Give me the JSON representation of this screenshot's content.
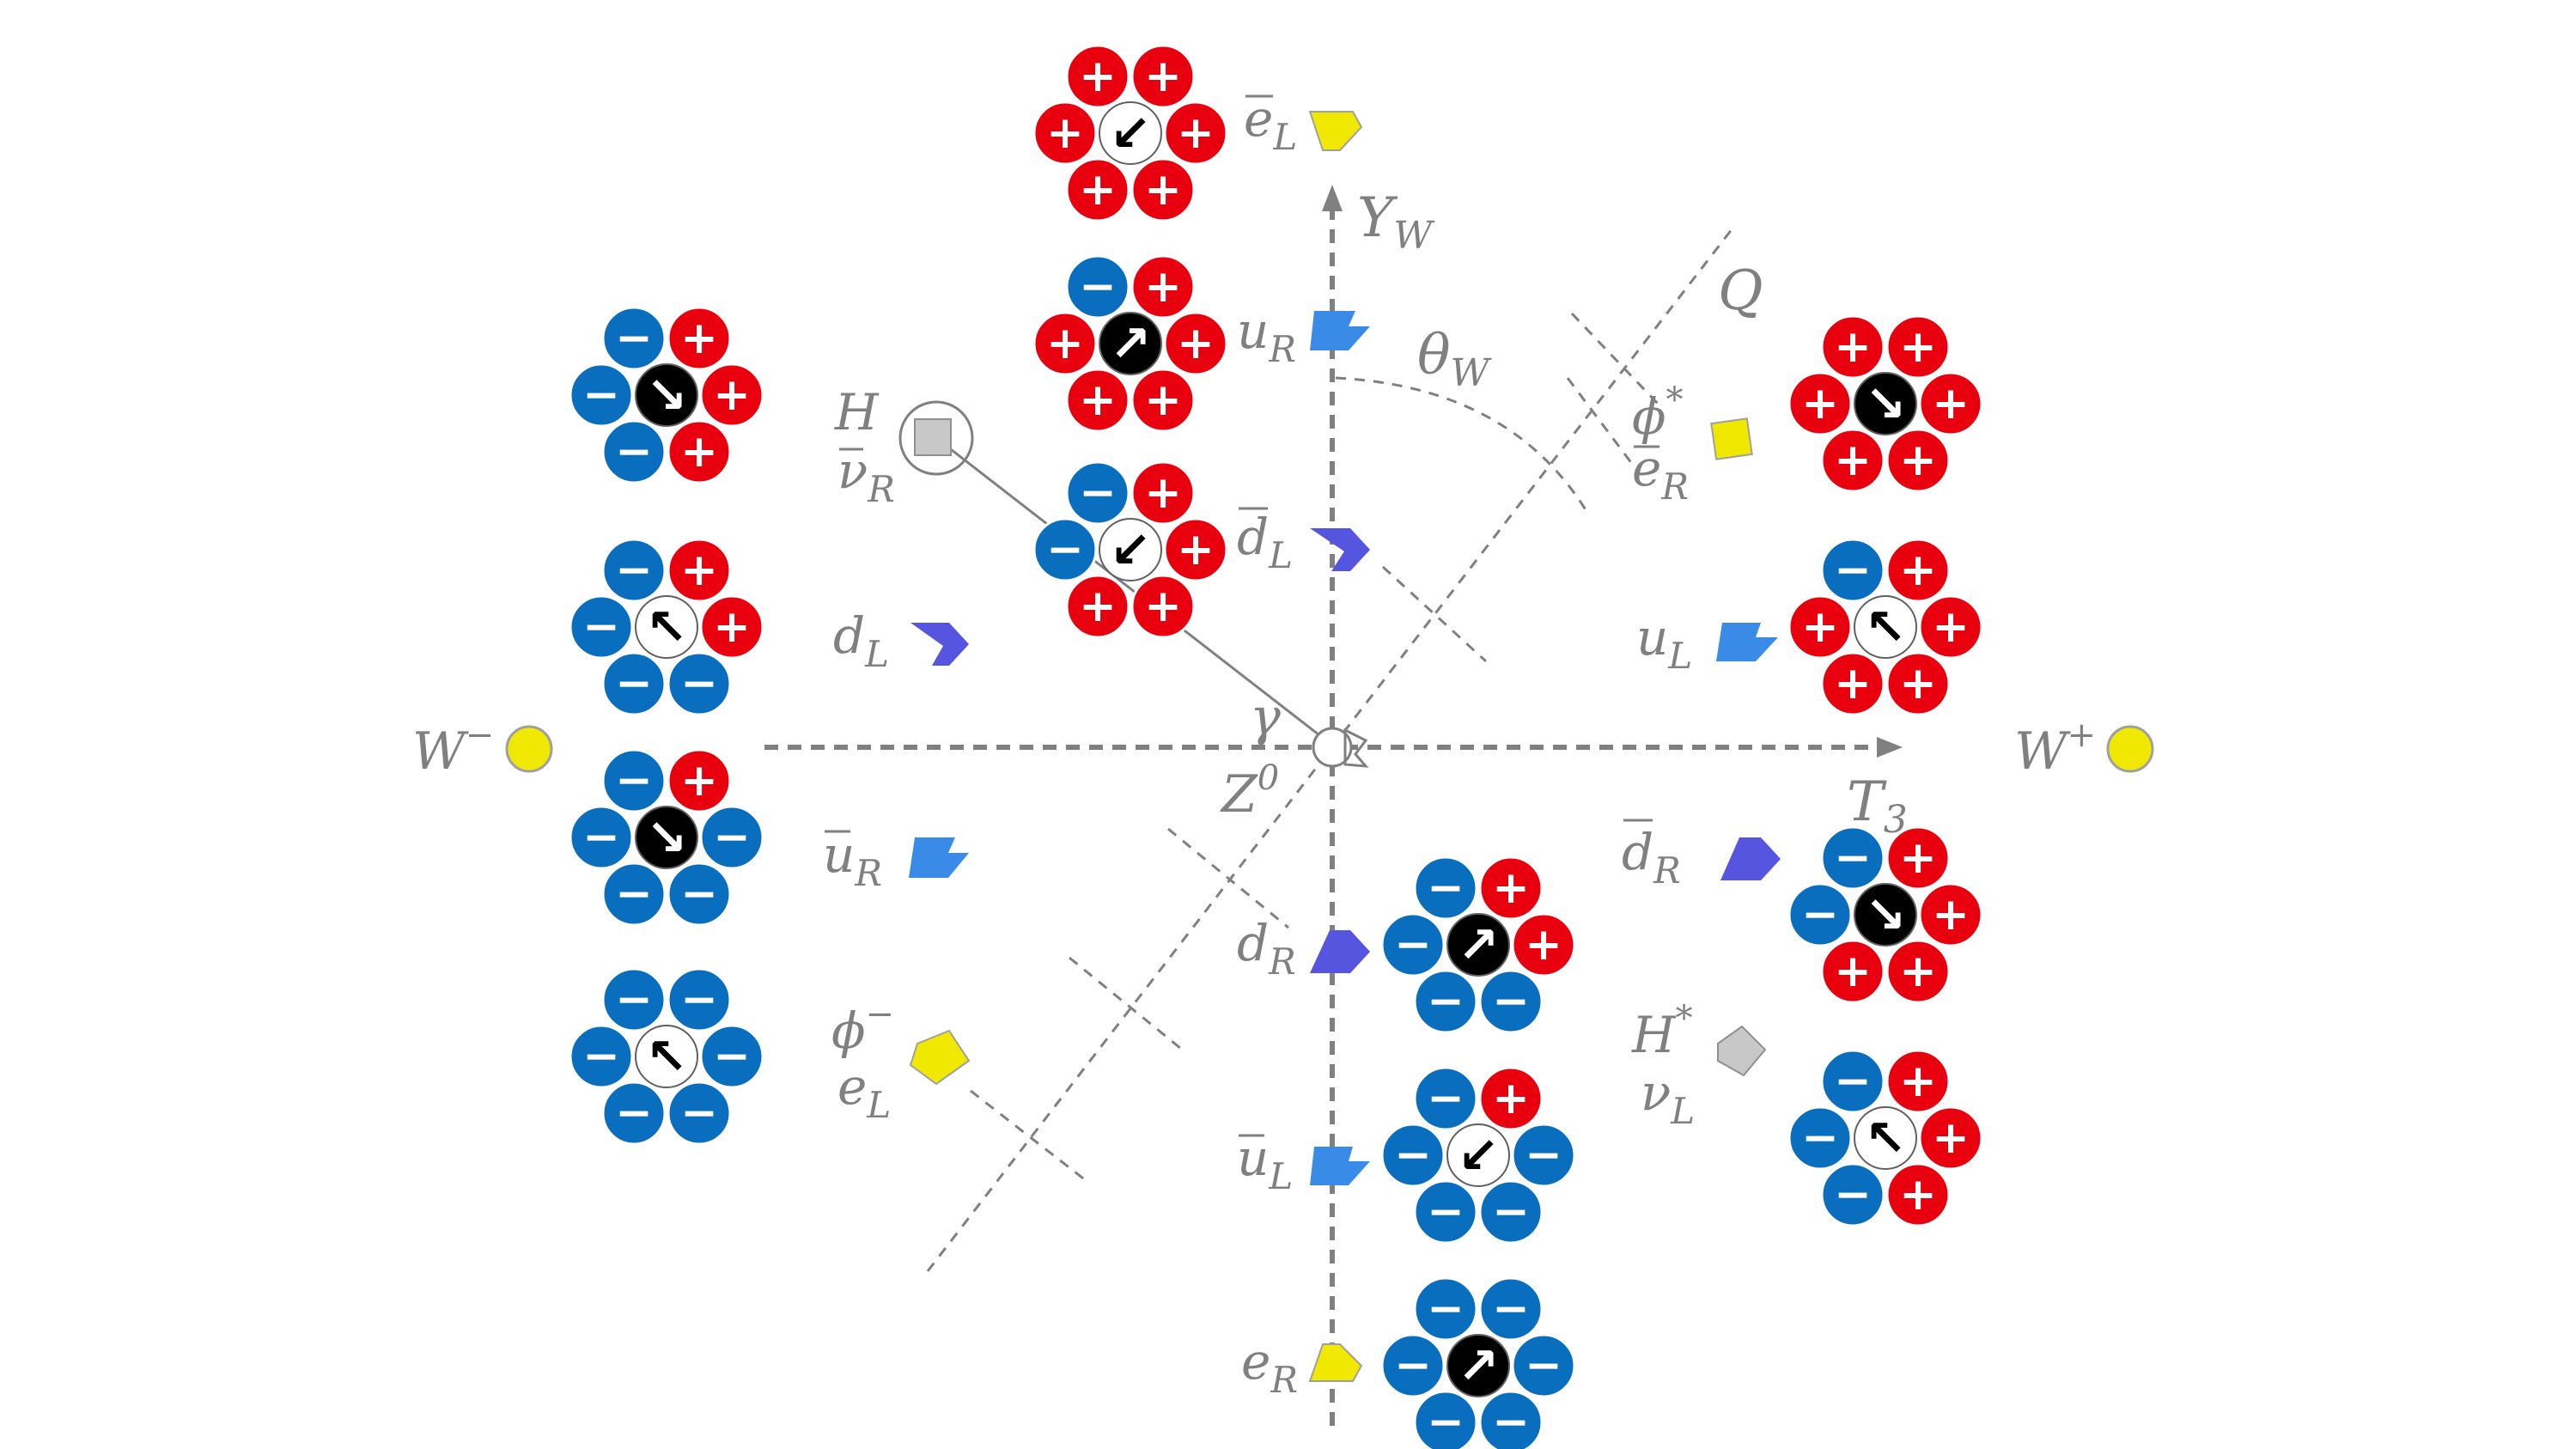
{
  "colors": {
    "positive": "#e8000f",
    "negative": "#0a6ebe",
    "background": "#ffffff",
    "axis": "#808080",
    "boson_yellow": "#f0e800",
    "quark_blue": "#3a8be8",
    "quark_violet": "#5555e0",
    "lepton_yellow": "#f0e800",
    "scalar_gray": "#c8c8c8"
  },
  "axes": {
    "t3": {
      "label": "T",
      "sub": "3"
    },
    "yw": {
      "label": "Y",
      "sub": "W"
    },
    "q": {
      "label": "Q"
    },
    "theta": {
      "label": "θ",
      "sub": "W"
    }
  },
  "bosons": {
    "w_minus": {
      "label": "W",
      "sup": "−"
    },
    "w_plus": {
      "label": "W",
      "sup": "+"
    },
    "gamma": {
      "label": "γ"
    },
    "z0": {
      "label": "Z",
      "sup": "0"
    }
  },
  "particles": {
    "e_bar_L": {
      "label": "e",
      "sub": "L",
      "bar": true
    },
    "u_R": {
      "label": "u",
      "sub": "R"
    },
    "d_bar_L": {
      "label": "d",
      "sub": "L",
      "bar": true
    },
    "H_nu_bar_R": {
      "label1": "H",
      "label2": "ν",
      "sub2": "R",
      "bar2": true
    },
    "d_L": {
      "label": "d",
      "sub": "L"
    },
    "u_bar_R": {
      "label": "u",
      "sub": "R",
      "bar": true
    },
    "phi_minus_e_L": {
      "label1": "ϕ",
      "sup1": "−",
      "label2": "e",
      "sub2": "L"
    },
    "d_R": {
      "label": "d",
      "sub": "R"
    },
    "u_bar_L": {
      "label": "u",
      "sub": "L",
      "bar": true
    },
    "e_R": {
      "label": "e",
      "sub": "R"
    },
    "phi_star_e_R": {
      "label1": "ϕ",
      "sup1": "*",
      "label2": "e",
      "sub2": "R",
      "bar2": true
    },
    "u_L": {
      "label": "u",
      "sub": "L"
    },
    "d_bar_R": {
      "label": "d",
      "sub": "R",
      "bar": true
    },
    "H_star_nu_L": {
      "label1": "H",
      "sup1": "*",
      "label2": "ν",
      "sub2": "L"
    }
  },
  "symbols": {
    "plus": "+",
    "minus": "−",
    "arrow_ne": "↗",
    "arrow_nw": "↖",
    "arrow_se": "↘",
    "arrow_sw": "↙"
  },
  "charge_clusters": [
    {
      "id": "top-center-1",
      "center": "white",
      "arrow": "↙",
      "charges": [
        "+",
        "+",
        "+",
        "+",
        "+",
        "+"
      ]
    },
    {
      "id": "top-center-2",
      "center": "black",
      "arrow": "↗",
      "charges": [
        "−",
        "+",
        "+",
        "+",
        "+",
        "+"
      ]
    },
    {
      "id": "top-center-3",
      "center": "white",
      "arrow": "↙",
      "charges": [
        "−",
        "+",
        "+",
        "+",
        "+",
        "−"
      ]
    },
    {
      "id": "left-1",
      "center": "black",
      "arrow": "↘",
      "charges": [
        "−",
        "+",
        "+",
        "+",
        "−",
        "−"
      ]
    },
    {
      "id": "left-2",
      "center": "white",
      "arrow": "↖",
      "charges": [
        "−",
        "+",
        "+",
        "−",
        "−",
        "−"
      ]
    },
    {
      "id": "left-3",
      "center": "black",
      "arrow": "↘",
      "charges": [
        "−",
        "+",
        "−",
        "−",
        "−",
        "−"
      ]
    },
    {
      "id": "left-4",
      "center": "white",
      "arrow": "↖",
      "charges": [
        "−",
        "−",
        "−",
        "−",
        "−",
        "−"
      ]
    },
    {
      "id": "bottom-center-1",
      "center": "black",
      "arrow": "↗",
      "charges": [
        "−",
        "+",
        "+",
        "−",
        "−",
        "−"
      ]
    },
    {
      "id": "bottom-center-2",
      "center": "white",
      "arrow": "↙",
      "charges": [
        "−",
        "+",
        "−",
        "−",
        "−",
        "−"
      ]
    },
    {
      "id": "bottom-center-3",
      "center": "black",
      "arrow": "↗",
      "charges": [
        "−",
        "−",
        "−",
        "−",
        "−",
        "−"
      ]
    },
    {
      "id": "right-1",
      "center": "black",
      "arrow": "↘",
      "charges": [
        "+",
        "+",
        "+",
        "+",
        "+",
        "+"
      ]
    },
    {
      "id": "right-2",
      "center": "white",
      "arrow": "↖",
      "charges": [
        "−",
        "+",
        "+",
        "+",
        "+",
        "+"
      ]
    },
    {
      "id": "right-3",
      "center": "black",
      "arrow": "↘",
      "charges": [
        "−",
        "+",
        "+",
        "+",
        "+",
        "−"
      ]
    },
    {
      "id": "right-4",
      "center": "white",
      "arrow": "↖",
      "charges": [
        "−",
        "+",
        "+",
        "+",
        "−",
        "−"
      ]
    }
  ]
}
